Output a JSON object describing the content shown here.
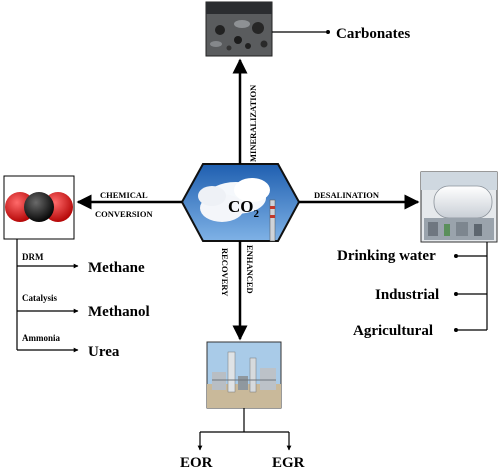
{
  "center": {
    "label": "CO",
    "subscript": "2"
  },
  "routes": {
    "mineralization": {
      "label": "MINERALIZATION",
      "product": "Carbonates"
    },
    "chemical_conversion": {
      "label_line1": "CHEMICAL",
      "label_line2": "CONVERSION",
      "branches": [
        {
          "method": "DRM",
          "product": "Methane"
        },
        {
          "method": "Catalysis",
          "product": "Methanol"
        },
        {
          "method": "Ammonia",
          "product": "Urea"
        }
      ]
    },
    "desalination": {
      "label": "DESALINATION",
      "uses": [
        "Drinking water",
        "Industrial",
        "Agricultural"
      ]
    },
    "enhanced_recovery": {
      "label_line1": "ENHANCED",
      "label_line2": "RECOVERY",
      "products": [
        "EOR",
        "EGR"
      ]
    }
  }
}
